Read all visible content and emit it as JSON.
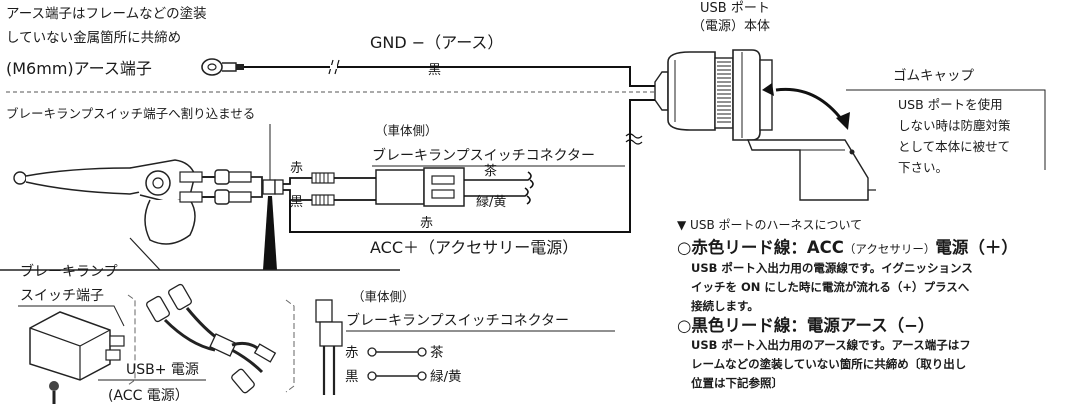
{
  "ground": {
    "note_line1": "アース端子はフレームなどの塗装",
    "note_line2": "していない金属箇所に共締め",
    "terminal_label": "(M6mm)アース端子",
    "gnd_label": "GND −（アース）",
    "wire_color": "黒"
  },
  "usb_port": {
    "label_line1": "USB ポート",
    "label_line2": "（電源）本体"
  },
  "rubber_cap": {
    "title": "ゴムキャップ",
    "note_line1": "USB ポートを使用",
    "note_line2": "しない時は防塵対策",
    "note_line3": "として本体に被せて",
    "note_line4": "下さい。"
  },
  "brake_switch": {
    "splice_note": "ブレーキランプスイッチ端子へ割り込ませる",
    "connector_side": "（車体側）",
    "connector_name": "ブレーキランプスイッチコネクター",
    "left_red": "赤",
    "left_black": "黒",
    "right_brown": "茶",
    "right_green_yellow": "緑/黄",
    "acc_red": "赤",
    "acc_label": "ACC＋（アクセサリー電源）"
  },
  "lower": {
    "terminal_line1": "ブレーキランプ",
    "terminal_line2": "スイッチ端子",
    "connector_side": "（車体側）",
    "connector_name": "ブレーキランプスイッチコネクター",
    "red": "赤",
    "black": "黒",
    "brown": "茶",
    "green_yellow": "緑/黄",
    "usb_power": "USB+ 電源",
    "acc_power": "(ACC 電源）"
  },
  "notes": {
    "heading": "▼ USB ポートのハーネスについて",
    "red_lead": {
      "mark": "○",
      "title": "赤色リード線：ACC",
      "title_small": "（アクセサリー）",
      "title_end": "電源（＋）",
      "line1": "USB ポート入出力用の電源線です。イグニッションス",
      "line2": "イッチを ON にした時に電流が流れる（+）プラスへ",
      "line3": "接続します。"
    },
    "black_lead": {
      "mark": "○",
      "title": "黒色リード線：電源アース（−）",
      "line1": "USB ポート入出力用のアース線です。アース端子はフ",
      "line2": "レームなどの塗装していない箇所に共締め〔取り出し",
      "line3": "位置は下記参照〕"
    }
  }
}
